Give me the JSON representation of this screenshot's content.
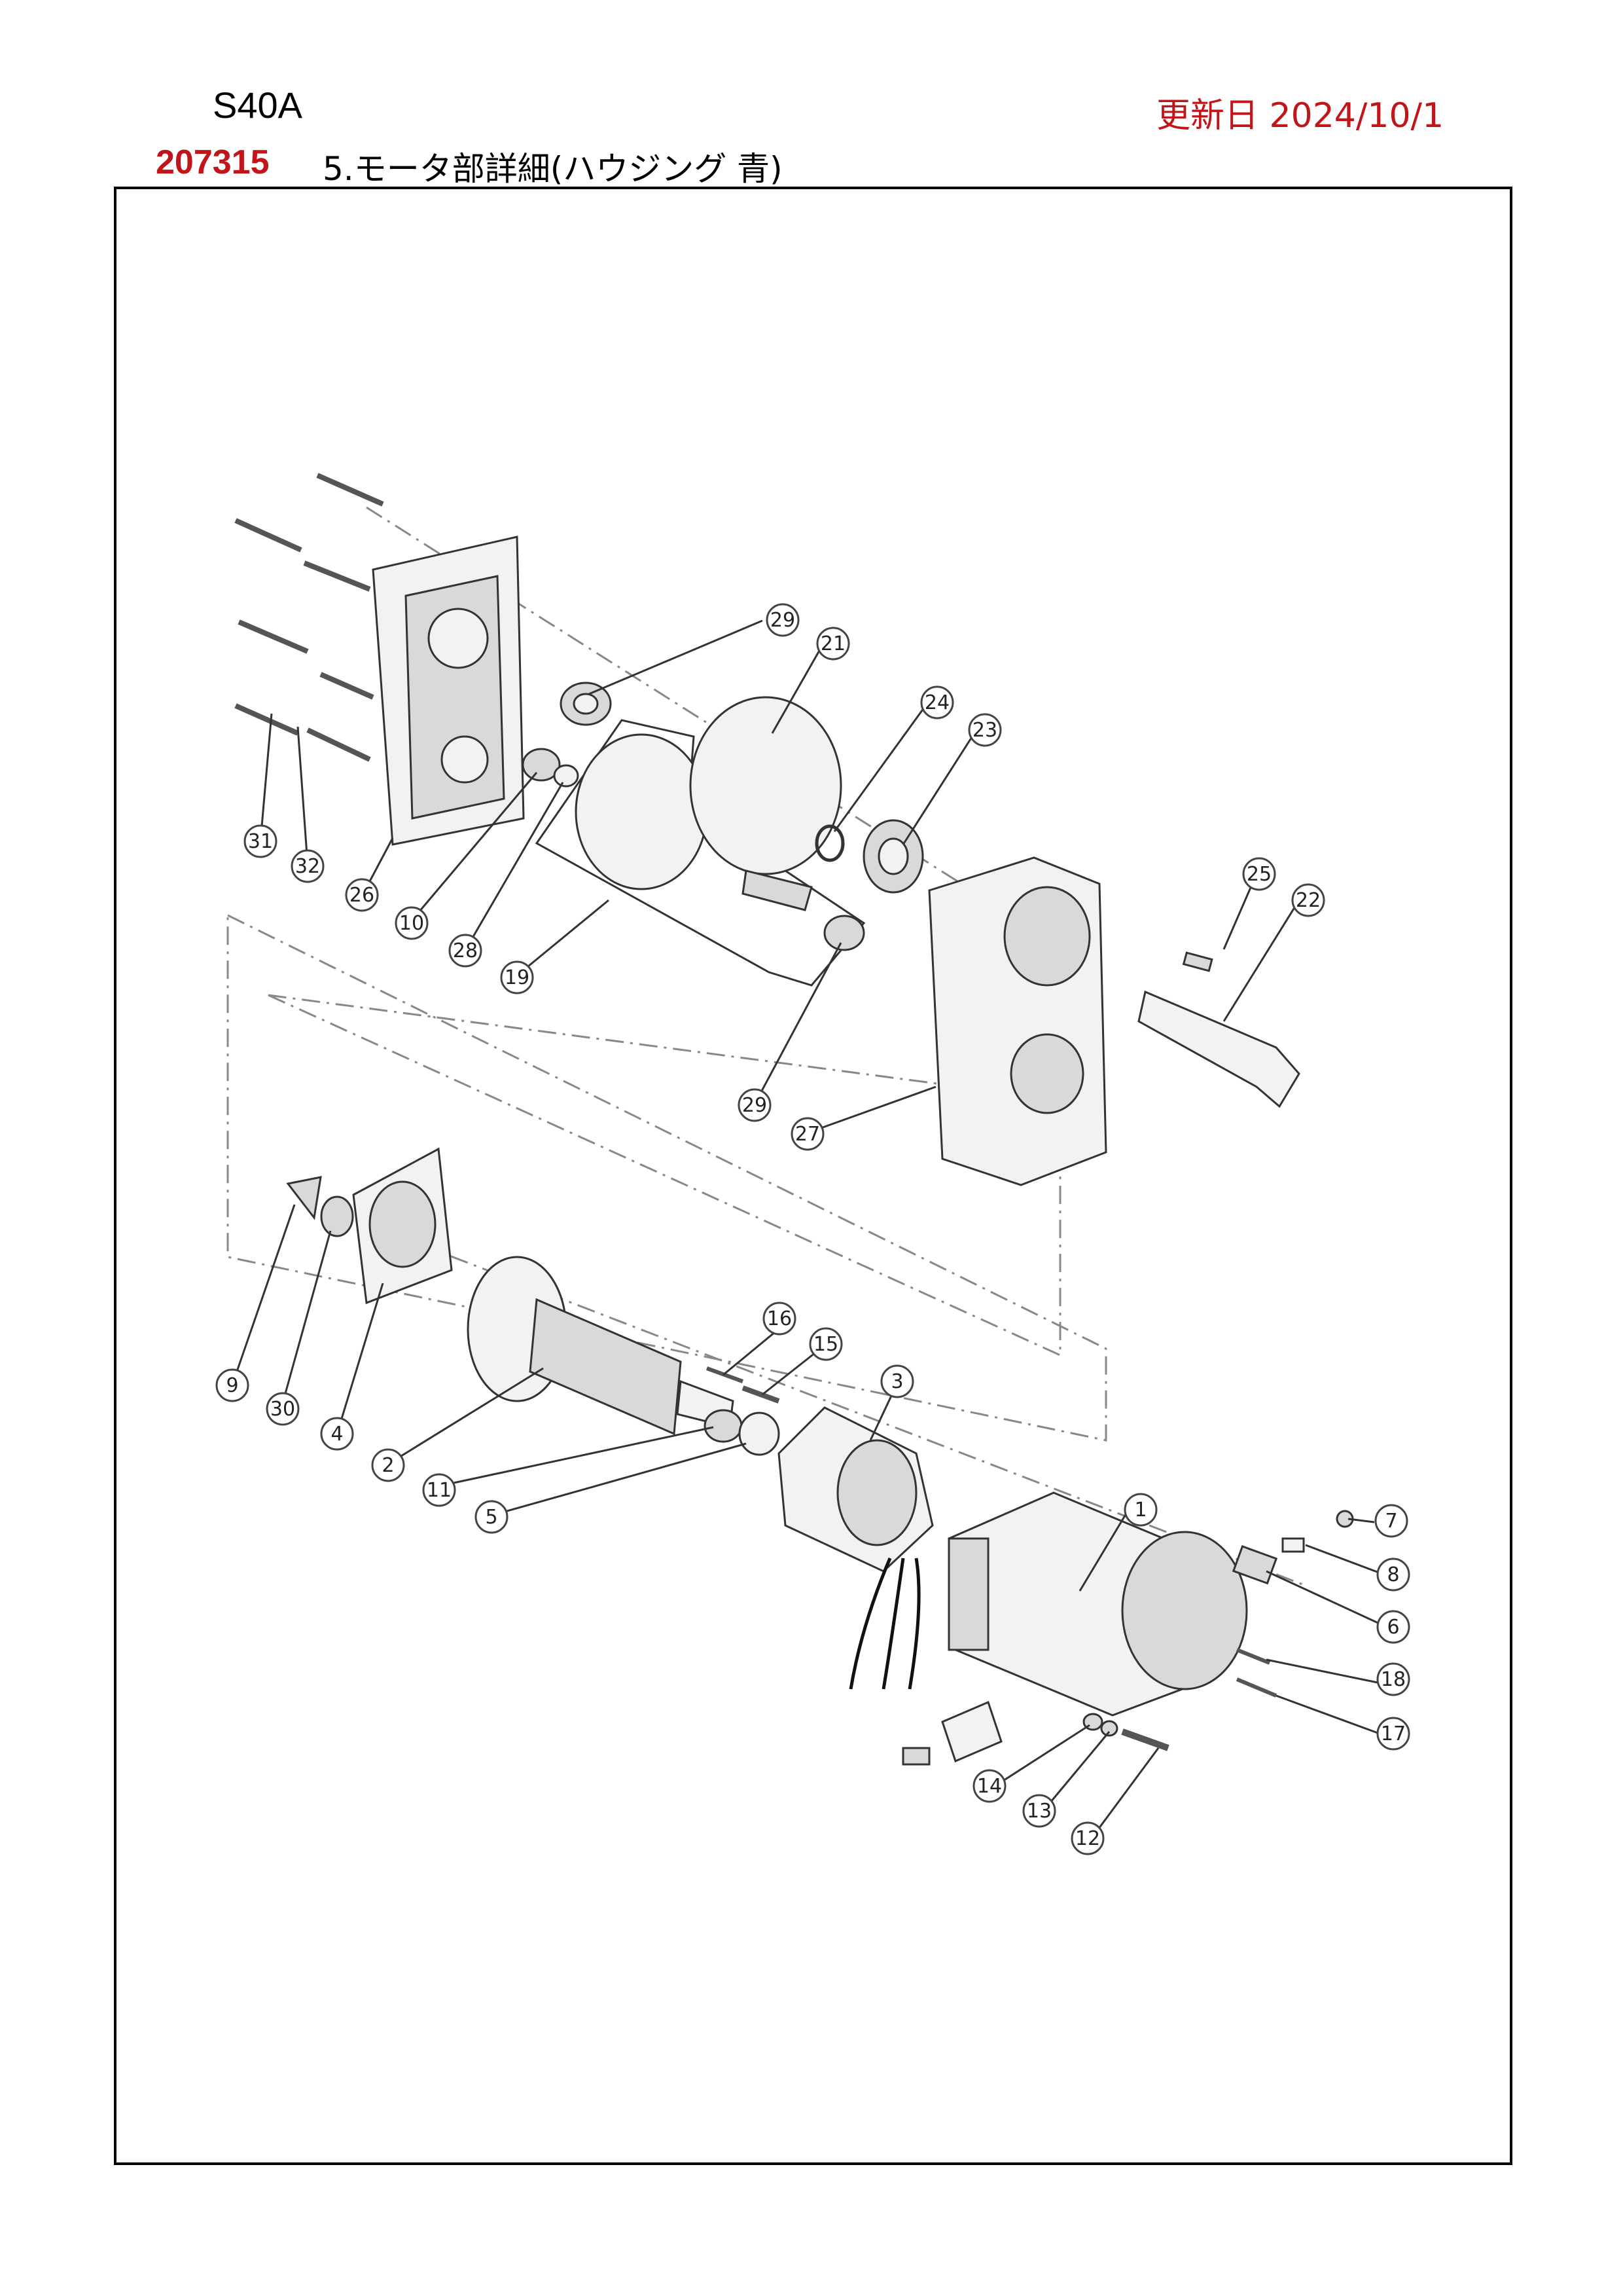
{
  "header": {
    "model": "S40A",
    "updated": "更新日 2024/10/1",
    "code": "207315",
    "section_title": "5.モータ部詳細(ハウジング 青)"
  },
  "diagram": {
    "callouts": [
      "1",
      "2",
      "3",
      "4",
      "5",
      "6",
      "7",
      "8",
      "9",
      "10",
      "11",
      "12",
      "13",
      "14",
      "15",
      "16",
      "17",
      "18",
      "19",
      "21",
      "22",
      "23",
      "24",
      "25",
      "26",
      "27",
      "28",
      "29",
      "29",
      "30",
      "31",
      "32"
    ]
  }
}
